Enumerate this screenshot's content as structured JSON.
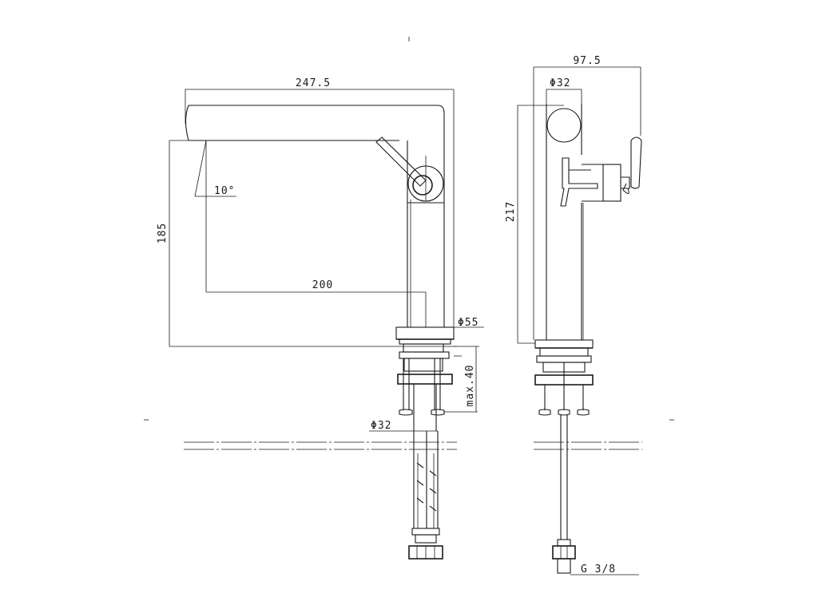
{
  "dimensions": {
    "width_spout": "247.5",
    "reach": "200",
    "height_front": "185",
    "angle": "10°",
    "base_diameter": "Φ55",
    "max_thickness": "max.40",
    "shank_diameter": "Φ32",
    "side_width": "97.5",
    "body_diameter": "Φ32",
    "height_side": "217",
    "thread": "G 3/8"
  }
}
